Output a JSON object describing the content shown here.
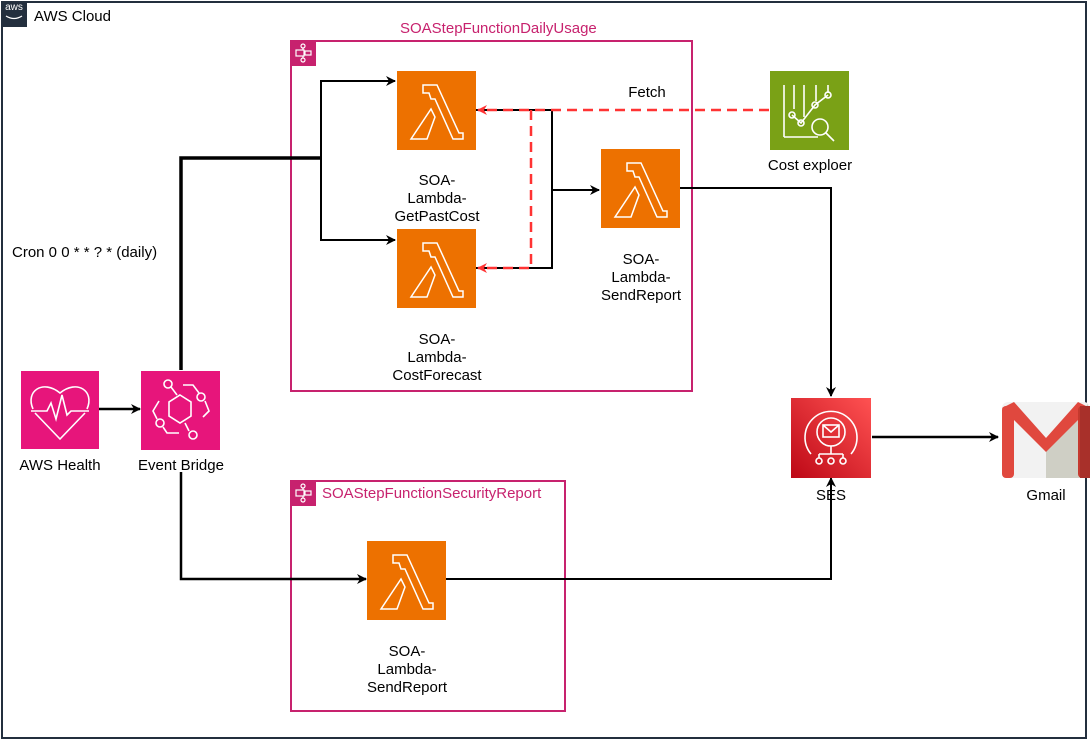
{
  "cloud": {
    "title": "AWS Cloud",
    "logo": "aws"
  },
  "groups": {
    "daily": {
      "title": "SOAStepFunctionDailyUsage",
      "icon": "step-functions-icon"
    },
    "security": {
      "title": "SOAStepFunctionSecurityReport",
      "icon": "step-functions-icon"
    }
  },
  "nodes": {
    "get_past_cost": {
      "lines": [
        "SOA-",
        "Lambda-",
        "GetPastCost"
      ],
      "icon": "lambda-icon"
    },
    "cost_forecast": {
      "lines": [
        "SOA-",
        "Lambda-",
        "CostForecast"
      ],
      "icon": "lambda-icon"
    },
    "send_report_daily": {
      "lines": [
        "SOA-",
        "Lambda-",
        "SendReport"
      ],
      "icon": "lambda-icon"
    },
    "send_report_security": {
      "lines": [
        "SOA-",
        "Lambda-",
        "SendReport"
      ],
      "icon": "lambda-icon"
    },
    "cost_explorer": {
      "label": "Cost exploer",
      "icon": "cost-explorer-icon"
    },
    "aws_health": {
      "label": "AWS Health",
      "icon": "health-icon"
    },
    "event_bridge": {
      "label": "Event Bridge",
      "icon": "eventbridge-icon"
    },
    "ses": {
      "label": "SES",
      "icon": "ses-icon"
    },
    "gmail": {
      "label": "Gmail",
      "icon": "gmail-icon"
    }
  },
  "edge_labels": {
    "fetch": "Fetch",
    "cron": "Cron 0 0 * * ? *  (daily)"
  },
  "colors": {
    "lambda": "#ed7100",
    "step_functions": "#c7226e",
    "management": "#e7157b",
    "cost_explorer": "#7aa116",
    "ses": "#dd344c",
    "dashed_fetch": "#ff3333",
    "cloud_border": "#232f3e"
  }
}
